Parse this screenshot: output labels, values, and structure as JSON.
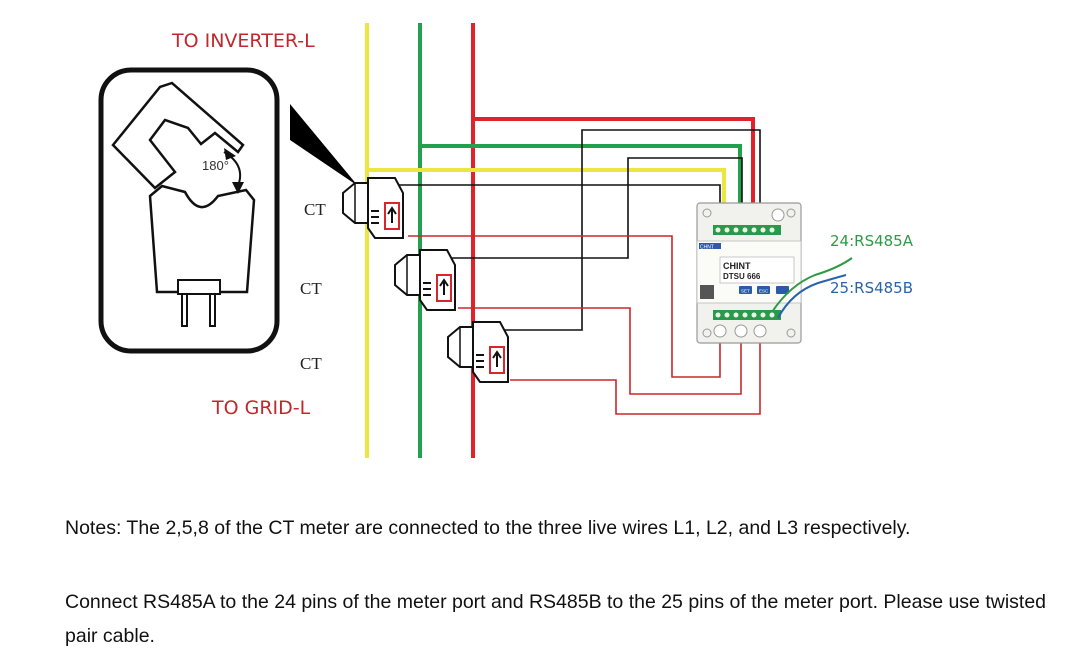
{
  "labels": {
    "to_inverter": "TO INVERTER-L",
    "to_grid": "TO GRID-L",
    "ct": [
      "CT",
      "CT",
      "CT"
    ],
    "angle": "180°",
    "rs485a": "24:RS485A",
    "rs485b": "25:RS485B"
  },
  "meter": {
    "brand": "CHINT",
    "model": "DTSU 666",
    "logo": "CHNT",
    "buttons": [
      "SET",
      "ESC",
      "—"
    ]
  },
  "wire_colors": {
    "L1": "#ece640",
    "L2": "#23a04b",
    "L3": "#e0232b",
    "ct_signal": "#111111",
    "ct_return": "#c8282d",
    "rs485a": "#2e9a46",
    "rs485b": "#2a63a8"
  },
  "notes": {
    "line1": "Notes: The 2,5,8 of the CT meter are connected to the three live wires L1, L2, and L3 respectively.",
    "line2": "Connect RS485A to the 24 pins of the meter port and RS485B to the 25 pins of the meter port. Please use twisted pair cable."
  }
}
